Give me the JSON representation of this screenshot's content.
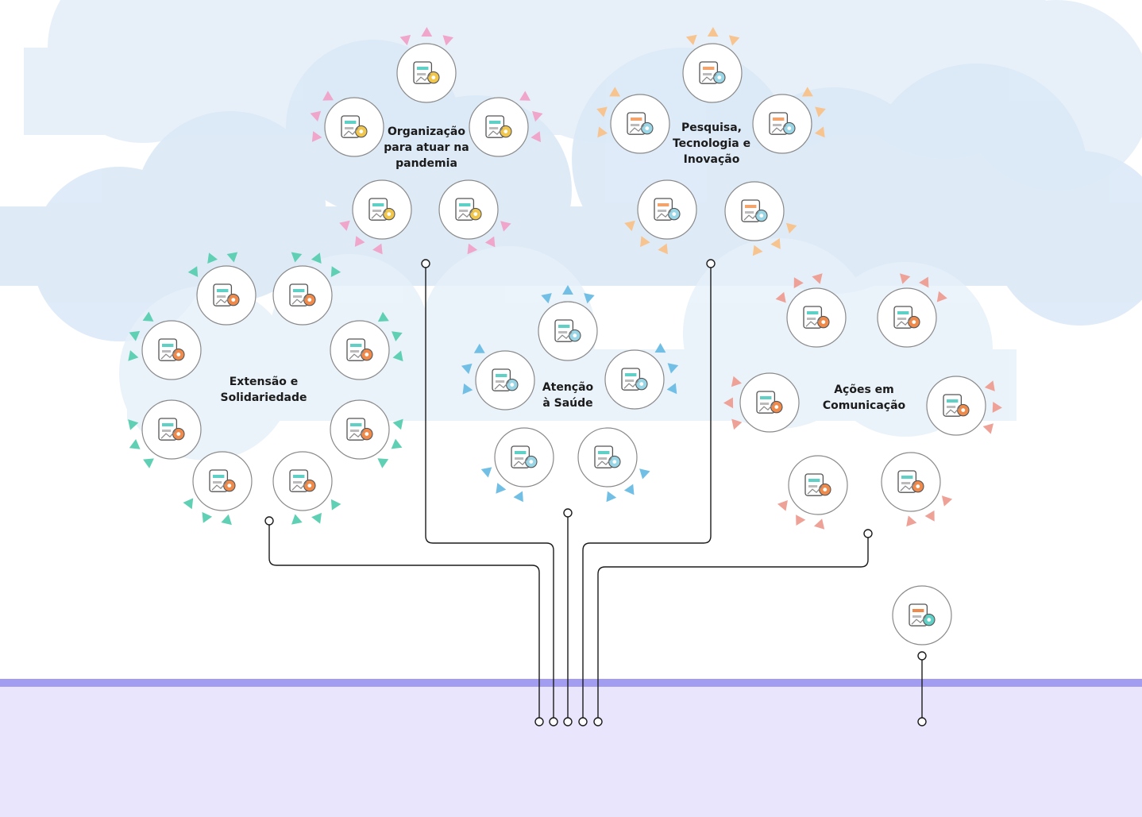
{
  "colors": {
    "pink": "#f0a5cb",
    "orange": "#f7c48f",
    "teal": "#5fd0b4",
    "blue": "#72bfe6",
    "coral": "#eea197",
    "sky": "#d7e8f7",
    "ground": "#e8e5fd",
    "ground_line": "#a39df2",
    "line": "#1b1b1b"
  },
  "clusters": [
    {
      "id": "organizacao",
      "title": "Organização\npara atuar na\npandemia",
      "color": "pink",
      "icons": [
        "checklist-documents-icon",
        "clock-gears-icon",
        "money-hand-icon",
        "globe-network-icon",
        "hands-gear-icon"
      ]
    },
    {
      "id": "pesquisa",
      "title": "Pesquisa,\nTecnologia e\nInovação",
      "color": "orange",
      "icons": [
        "virus-lab-icon",
        "head-document-icon",
        "computer-virus-icon",
        "university-building-icon",
        "dna-helix-icon"
      ]
    },
    {
      "id": "extensao",
      "title": "Extensão e\nSolidariedade",
      "color": "teal",
      "icons": [
        "eye-hand-gear-icon",
        "face-mask-icon",
        "family-icon",
        "joined-hands-icon",
        "graduate-icon",
        "female-hand-icon",
        "scales-icon",
        "food-plate-icon"
      ]
    },
    {
      "id": "atencao",
      "title": "Atenção\nà Saúde",
      "color": "blue",
      "icons": [
        "doctor-icon",
        "swab-test-icon",
        "hospital-world-icon",
        "vaccine-shield-icon",
        "health-workers-icon"
      ]
    },
    {
      "id": "comunicacao",
      "title": "Ações em\nComunicação",
      "color": "coral",
      "icons": [
        "virus-book-icon",
        "megaphone-screen-icon",
        "video-theater-icon",
        "classroom-icon",
        "social-megaphone-icon",
        "mobile-check-icon"
      ]
    }
  ],
  "standalone": {
    "icon": "virus-newspaper-icon"
  }
}
